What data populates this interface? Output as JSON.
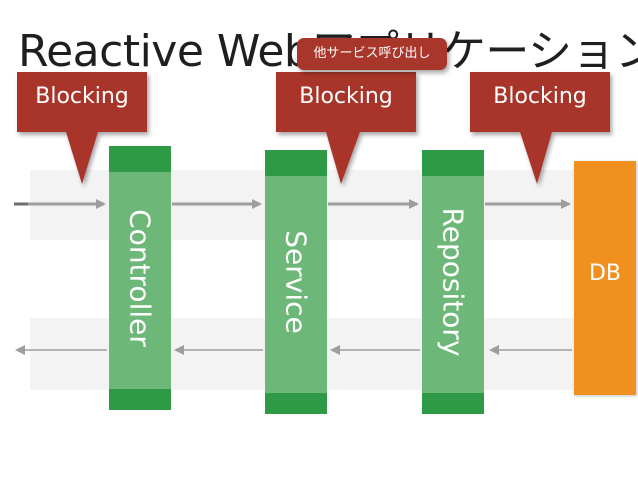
{
  "title": "Reactive Webアプリケーション",
  "callouts": {
    "blocking_1": "Blocking",
    "blocking_2": "Blocking",
    "blocking_3": "Blocking",
    "service_call": "他サービス呼び出し"
  },
  "components": {
    "controller": "Controller",
    "service": "Service",
    "repository": "Repository",
    "db": "DB"
  },
  "colors": {
    "component_dark": "#2f9a45",
    "component_light": "#6db878",
    "db": "#f0901f",
    "callout": "#a9362b",
    "arrow": "#9e9e9e",
    "arrow_dark": "#7a7a7a"
  }
}
